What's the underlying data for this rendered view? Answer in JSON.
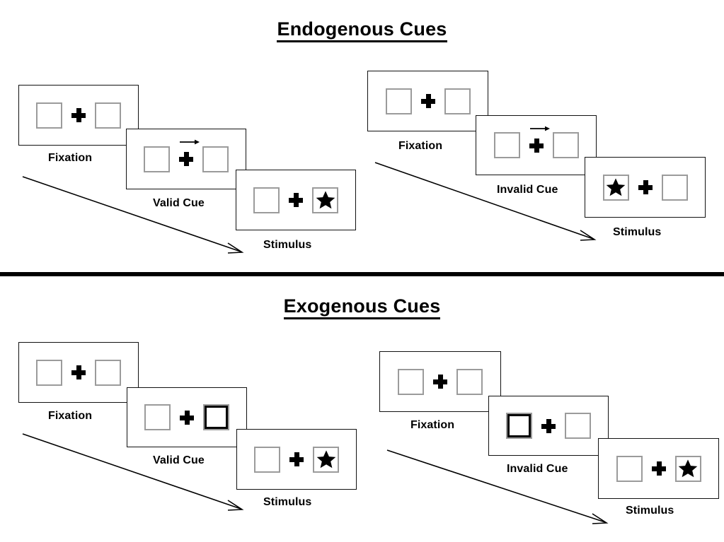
{
  "sections": [
    {
      "id": "endogenous",
      "title": "Endogenous Cues",
      "sequences": [
        {
          "id": "endogenous-valid",
          "cue_type": "arrow",
          "cue_direction": "right",
          "target_side": "right",
          "panels": [
            {
              "caption": "Fixation",
              "left_box": "empty",
              "right_box": "empty",
              "center": "fixation-cross"
            },
            {
              "caption": "Valid Cue",
              "left_box": "empty",
              "right_box": "empty",
              "center": "fixation-cross-with-right-arrow"
            },
            {
              "caption": "Stimulus",
              "left_box": "empty",
              "right_box": "star",
              "center": "fixation-cross"
            }
          ]
        },
        {
          "id": "endogenous-invalid",
          "cue_type": "arrow",
          "cue_direction": "right",
          "target_side": "left",
          "panels": [
            {
              "caption": "Fixation",
              "left_box": "empty",
              "right_box": "empty",
              "center": "fixation-cross"
            },
            {
              "caption": "Invalid Cue",
              "left_box": "empty",
              "right_box": "empty",
              "center": "fixation-cross-with-right-arrow"
            },
            {
              "caption": "Stimulus",
              "left_box": "star",
              "right_box": "empty",
              "center": "fixation-cross"
            }
          ]
        }
      ]
    },
    {
      "id": "exogenous",
      "title": "Exogenous Cues",
      "sequences": [
        {
          "id": "exogenous-valid",
          "cue_type": "box-highlight",
          "cue_direction": "right",
          "target_side": "right",
          "panels": [
            {
              "caption": "Fixation",
              "left_box": "empty",
              "right_box": "empty",
              "center": "fixation-cross"
            },
            {
              "caption": "Valid Cue",
              "left_box": "empty",
              "right_box": "cued",
              "center": "fixation-cross"
            },
            {
              "caption": "Stimulus",
              "left_box": "empty",
              "right_box": "star",
              "center": "fixation-cross"
            }
          ]
        },
        {
          "id": "exogenous-invalid",
          "cue_type": "box-highlight",
          "cue_direction": "left",
          "target_side": "right",
          "panels": [
            {
              "caption": "Fixation",
              "left_box": "empty",
              "right_box": "empty",
              "center": "fixation-cross"
            },
            {
              "caption": "Invalid Cue",
              "left_box": "cued",
              "right_box": "empty",
              "center": "fixation-cross"
            },
            {
              "caption": "Stimulus",
              "left_box": "empty",
              "right_box": "star",
              "center": "fixation-cross"
            }
          ]
        }
      ]
    }
  ],
  "colors": {
    "background": "#ffffff",
    "panel_border": "#111111",
    "box_border": "#9b9b9b",
    "cued_box_border": "#000000",
    "ink": "#000000"
  },
  "divider": {
    "present": true
  },
  "flow_arrows": [
    {
      "id": "flow-endogenous-valid",
      "direction": "down-right"
    },
    {
      "id": "flow-endogenous-invalid",
      "direction": "down-right"
    },
    {
      "id": "flow-exogenous-valid",
      "direction": "down-right"
    },
    {
      "id": "flow-exogenous-invalid",
      "direction": "down-right"
    }
  ]
}
